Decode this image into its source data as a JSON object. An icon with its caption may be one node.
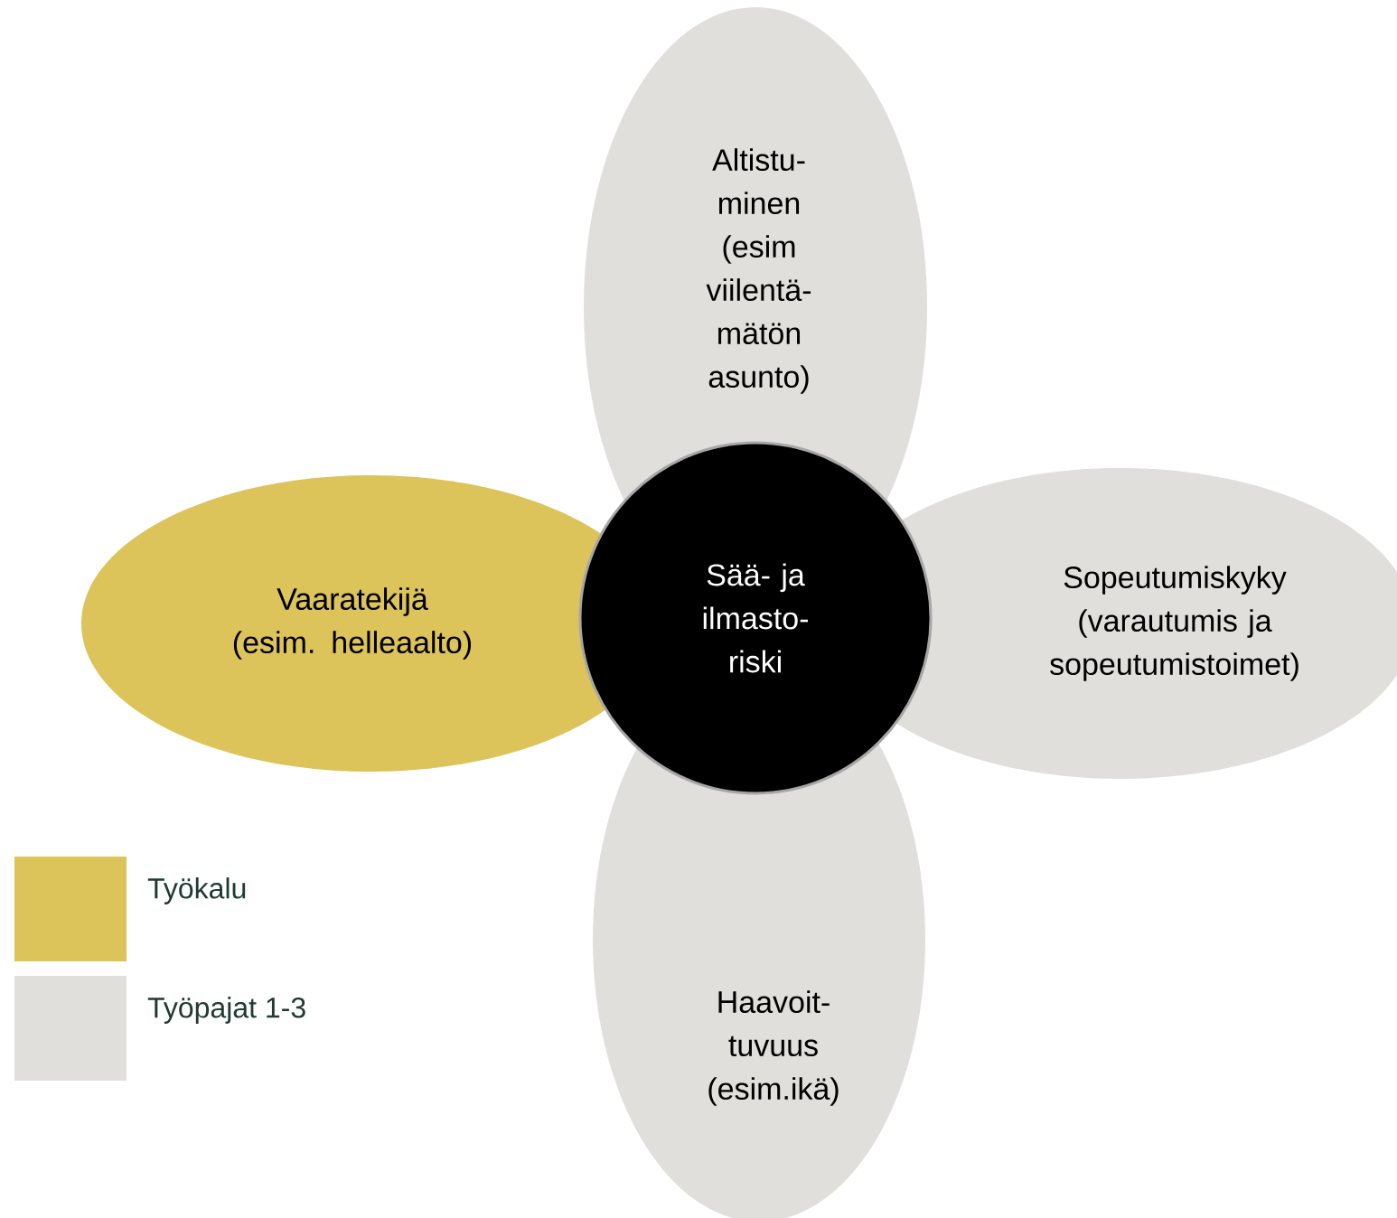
{
  "diagram": {
    "nodes": [
      {
        "text": [
          "Altistu- minen (esim viilentä- mätön asunto)"
        ]
      },
      {
        "text": [
          "Sopeutumiskyky (varautumis ja sopeutumistoimet)"
        ]
      },
      {
        "text": [
          "Haavoit- tuvuus (esim.ikä)"
        ]
      },
      {
        "text": [
          "Vaaratekijä (esim. helleaalto)"
        ]
      },
      {
        "text": [
          "Sää- ja ilmasto- riski"
        ]
      }
    ],
    "legend": [
      {
        "text": "Työkalu",
        "color": "#dcc35a"
      },
      {
        "text": "Työpajat 1-3",
        "color": "#e0dfdb"
      }
    ]
  }
}
